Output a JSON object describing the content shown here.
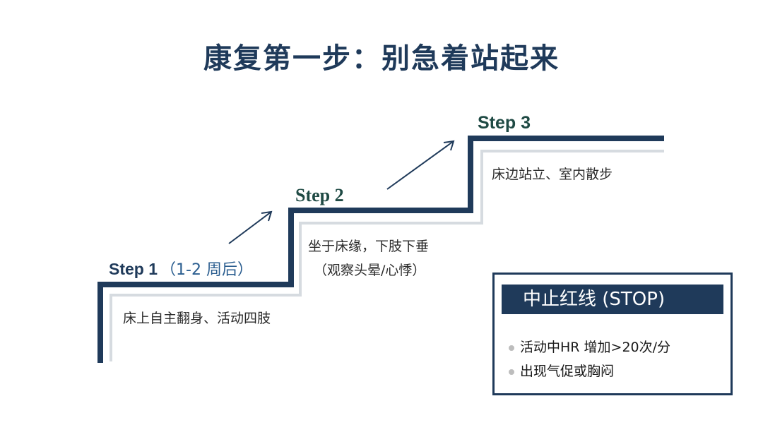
{
  "title": "康复第一步：别急着站起来",
  "steps": [
    {
      "label": "Step 1",
      "note": "（1-2 周后）",
      "desc": [
        "床上自主翻身、活动四肢"
      ]
    },
    {
      "label": "Step 2",
      "desc": [
        "坐于床缘，下肢下垂",
        "（观察头晕/心悸）"
      ]
    },
    {
      "label": "Step 3",
      "desc": [
        "床边站立、室内散步"
      ]
    }
  ],
  "stop": {
    "title": "中止红线 (STOP)",
    "items": [
      "活动中HR 增加>20次/分",
      "出现气促或胸闷"
    ]
  },
  "colors": {
    "navy": "#1f3a5a",
    "teal": "#1f4a44",
    "accent": "#2a5d8f"
  },
  "icons": [
    "arrow-up-right-icon",
    "bullet-icon"
  ]
}
